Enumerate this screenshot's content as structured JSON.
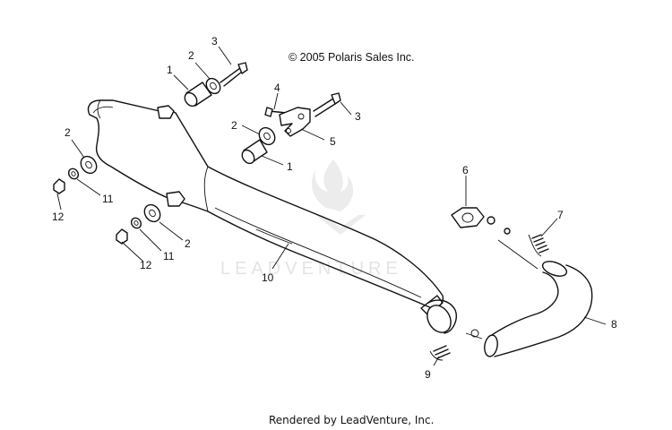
{
  "copyright": "© 2005 Polaris Sales Inc.",
  "footer": "Rendered by LeadVenture, Inc.",
  "watermark": "LEADVENTURE",
  "callouts": [
    {
      "id": "c-3a",
      "text": "3"
    },
    {
      "id": "c-2a",
      "text": "2"
    },
    {
      "id": "c-1a",
      "text": "1"
    },
    {
      "id": "c-4",
      "text": "4"
    },
    {
      "id": "c-3b",
      "text": "3"
    },
    {
      "id": "c-2b",
      "text": "2"
    },
    {
      "id": "c-5",
      "text": "5"
    },
    {
      "id": "c-1b",
      "text": "1"
    },
    {
      "id": "c-2c",
      "text": "2"
    },
    {
      "id": "c-11a",
      "text": "11"
    },
    {
      "id": "c-12a",
      "text": "12"
    },
    {
      "id": "c-6",
      "text": "6"
    },
    {
      "id": "c-7",
      "text": "7"
    },
    {
      "id": "c-2d",
      "text": "2"
    },
    {
      "id": "c-11b",
      "text": "11"
    },
    {
      "id": "c-12b",
      "text": "12"
    },
    {
      "id": "c-10",
      "text": "10"
    },
    {
      "id": "c-8",
      "text": "8"
    },
    {
      "id": "c-9",
      "text": "9"
    }
  ]
}
